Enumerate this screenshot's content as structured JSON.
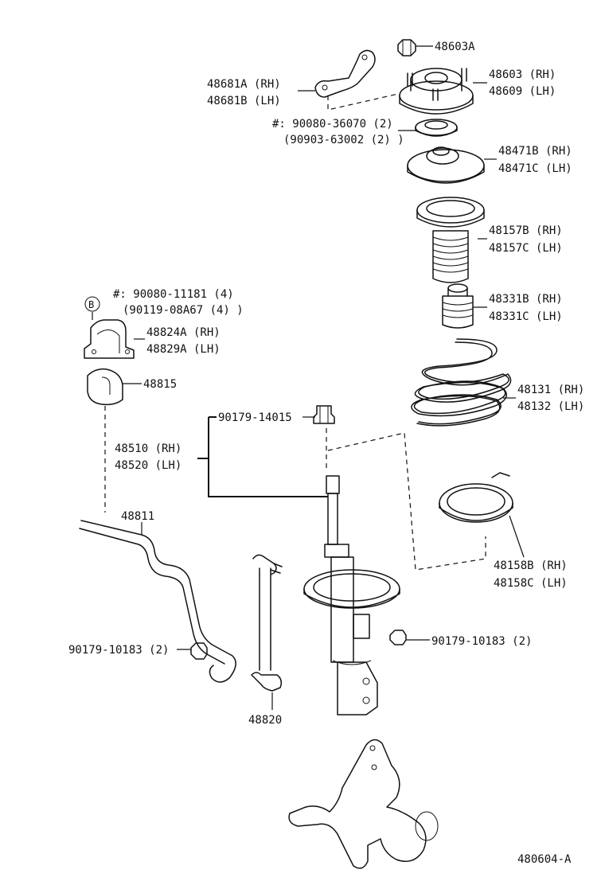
{
  "labels": {
    "nut_48603a": "48603A",
    "support_rh": "48603 (RH)",
    "support_lh": "48609 (LH)",
    "bracket_rh": "48681A (RH)",
    "bracket_lh": "48681B (LH)",
    "bearing_1": "#: 90080-36070 (2)",
    "bearing_2": "(90903-63002 (2) )",
    "seat_rh": "48471B (RH)",
    "seat_lh": "48471C (LH)",
    "boot_rh": "48157B (RH)",
    "boot_lh": "48157C (LH)",
    "bumper_rh": "48331B (RH)",
    "bumper_lh": "48331C (LH)",
    "bolt_b_1": "#: 90080-11181 (4)",
    "bolt_b_2": "(90119-08A67 (4) )",
    "b_marker": "B",
    "bush_bracket_rh": "48824A (RH)",
    "bush_bracket_lh": "48829A (LH)",
    "bushing": "48815",
    "spring_rh": "48131 (RH)",
    "spring_lh": "48132 (LH)",
    "nut_14015": "90179-14015",
    "strut_rh": "48510 (RH)",
    "strut_lh": "48520 (LH)",
    "stabilizer_bar": "48811",
    "insulator_rh": "48158B (RH)",
    "insulator_lh": "48158C (LH)",
    "nut_10183_left": "90179-10183 (2)",
    "nut_10183_right": "90179-10183 (2)",
    "link": "48820",
    "diagram_code": "480604-A"
  }
}
